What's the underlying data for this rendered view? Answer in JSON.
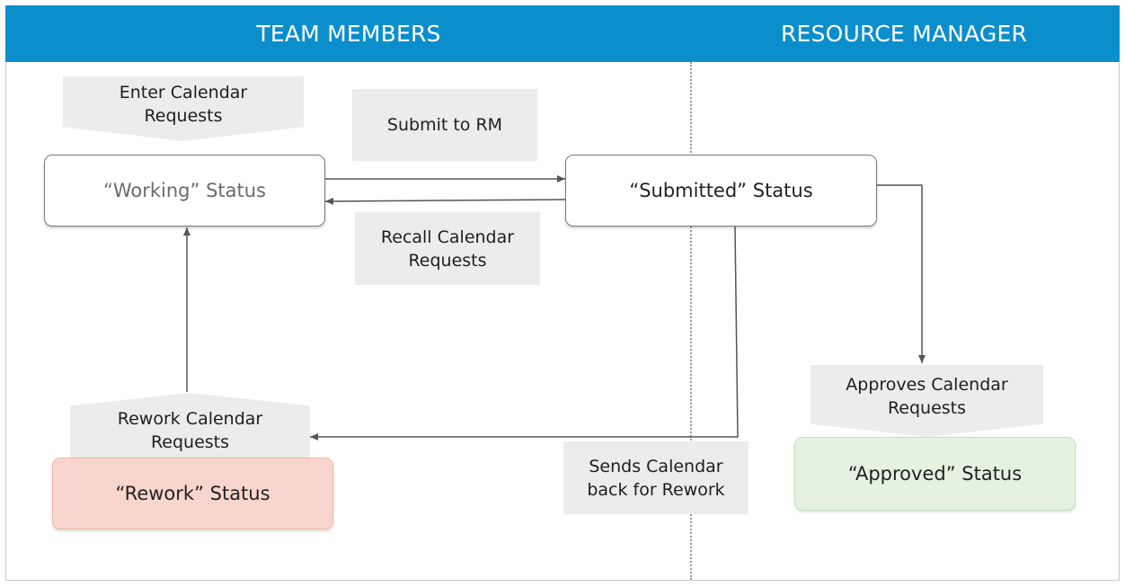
{
  "header": {
    "left_lane": "TEAM MEMBERS",
    "right_lane": "RESOURCE MANAGER"
  },
  "statuses": {
    "working": "“Working” Status",
    "submitted": "“Submitted” Status",
    "rework": "“Rework” Status",
    "approved": "“Approved” Status"
  },
  "actions": {
    "enter": "Enter Calendar\nRequests",
    "submit": "Submit to RM",
    "recall": "Recall Calendar\nRequests",
    "rework": "Rework Calendar\nRequests",
    "sends_back": "Sends Calendar\nback for Rework",
    "approves": "Approves Calendar\nRequests"
  },
  "colors": {
    "header": "#0b8fcc",
    "rework_fill": "#f8d6cd",
    "approved_fill": "#e3f3df",
    "action_fill": "#ececec",
    "arrow": "#555555"
  }
}
